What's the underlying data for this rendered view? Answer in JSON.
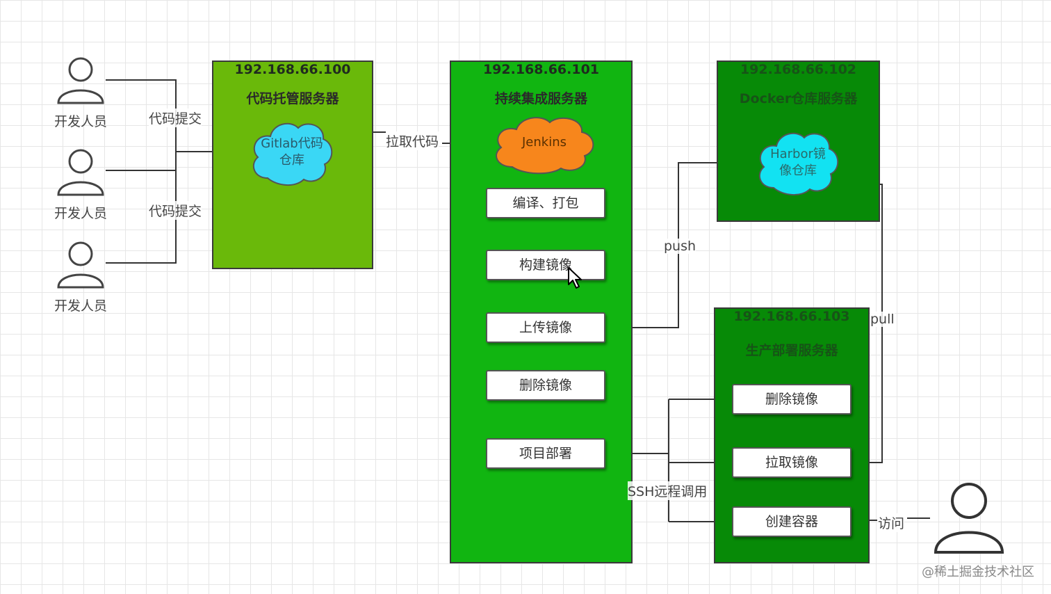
{
  "developers": {
    "label": "开发人员",
    "commit_label": "代码提交"
  },
  "gitlab_server": {
    "ip": "192.168.66.100",
    "name": "代码托管服务器",
    "cloud_line1": "Gitlab代码",
    "cloud_line2": "仓库",
    "color": "#6ab90a"
  },
  "pull_code_label": "拉取代码",
  "jenkins_server": {
    "ip": "192.168.66.101",
    "name": "持续集成服务器",
    "cloud": "Jenkins",
    "color": "#11b511",
    "steps": {
      "compile": "编译、打包",
      "build": "构建镜像",
      "upload": "上传镜像",
      "delete": "删除镜像",
      "deploy": "项目部署"
    }
  },
  "docker_server": {
    "ip": "192.168.66.102",
    "name": "Docker仓库服务器",
    "cloud_line1": "Harbor镜",
    "cloud_line2": "像仓库",
    "color": "#078a07"
  },
  "prod_server": {
    "ip": "192.168.66.103",
    "name": "生产部署服务器",
    "color": "#078a07",
    "steps": {
      "delete": "删除镜像",
      "pull": "拉取镜像",
      "create": "创建容器"
    }
  },
  "edge_labels": {
    "push": "push",
    "pull": "pull",
    "ssh": "SSH远程调用",
    "visit": "访问"
  },
  "watermark": "@稀土掘金技术社区"
}
